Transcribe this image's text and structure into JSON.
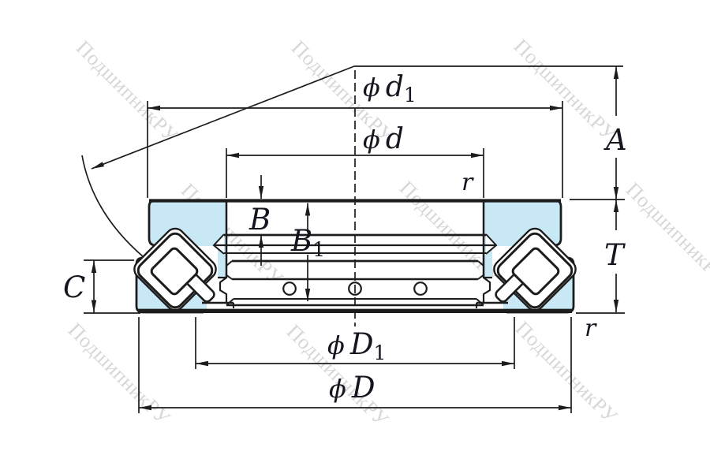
{
  "colors": {
    "washer_fill": "#c9e8f6",
    "line": "#1c1c1c",
    "label": "#15151f",
    "watermark": "#c3c3c3"
  },
  "watermark": {
    "text": "ПодшипникРУ"
  },
  "labels": {
    "d1_phi": "ϕ",
    "d1_letter": "d",
    "d1_sub": "1",
    "d_phi": "ϕ",
    "d_letter": "d",
    "A": "A",
    "T": "T",
    "r_top": "r",
    "r_bottom": "r",
    "B": "B",
    "B1_letter": "B",
    "B1_sub": "1",
    "C": "C",
    "D1_phi": "ϕ",
    "D1_letter": "D",
    "D1_sub": "1",
    "D_phi": "ϕ",
    "D_letter": "D"
  }
}
